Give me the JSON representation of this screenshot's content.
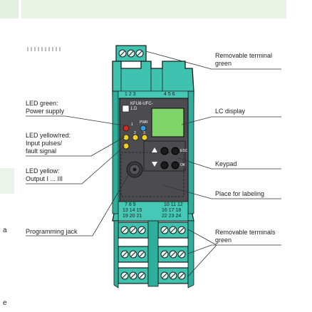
{
  "device": {
    "model_line1": "KFU8-UFC-",
    "model_line2": "1.D",
    "pwr_label": "PWR",
    "top_terminal_numbers": [
      "1 2 3",
      "4 5 6"
    ],
    "bottom_terminal_numbers": [
      [
        "7 8 9",
        "13 14 15",
        "19 20 21"
      ],
      [
        "10 11 12",
        "16 17 18",
        "22 23 24"
      ]
    ],
    "key_labels": [
      "ESC",
      "OK"
    ],
    "led_numbers": [
      "1",
      "2",
      "3"
    ],
    "colors": {
      "housing": "#3fc3b0",
      "housing_dark": "#1f9c8b",
      "panel": "#4c4c50",
      "lcd": "#7fd46a",
      "led_red": "#d62a1f",
      "led_yellow": "#f2cf23",
      "led_blue": "#2f9fd8"
    }
  },
  "callouts": {
    "removable_terminal_top": [
      "Removable terminal",
      "green"
    ],
    "lc_display": "LC display",
    "keypad": "Keypad",
    "place_for_labeling": "Place for labeling",
    "removable_terminals_bottom": [
      "Removable terminals",
      "green"
    ],
    "led_green": [
      "LED green:",
      "Power supply"
    ],
    "led_yellow_red": [
      "LED yellow/red:",
      "Input pulses/",
      "fault signal"
    ],
    "led_yellow": [
      "LED yellow:",
      "Output I ... III"
    ],
    "programming_jack": "Programming jack"
  },
  "margin_letters": [
    "a",
    "e"
  ]
}
